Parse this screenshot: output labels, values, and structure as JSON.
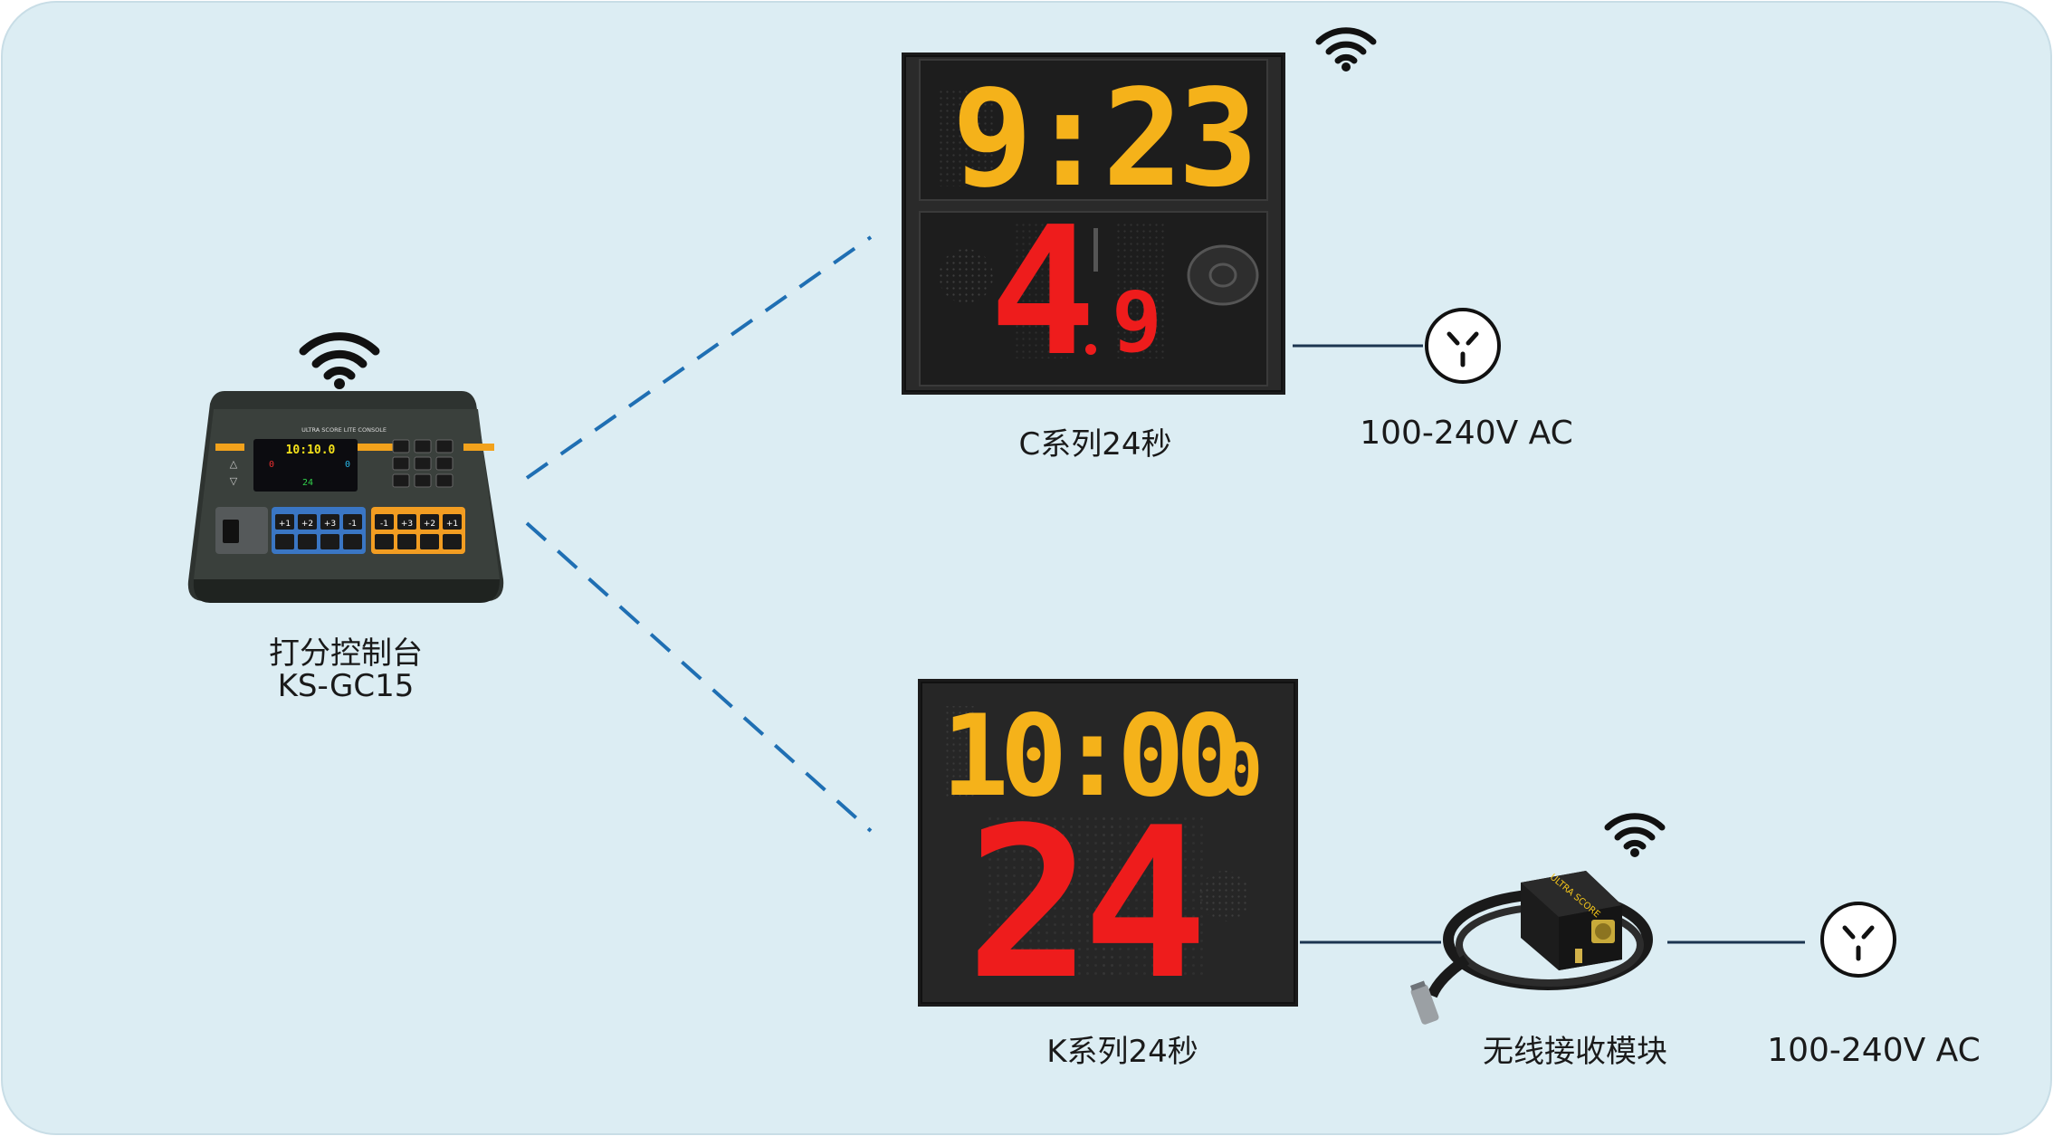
{
  "colors": {
    "background": "#dcedf3",
    "dashed_link": "#1f6fb3",
    "wire": "#1c3550",
    "led_amber": "#f5b21a",
    "led_red": "#ee1c1c",
    "panel": "#252525"
  },
  "console": {
    "name_cn": "打分控制台",
    "model": "KS-GC15",
    "brand_strip": "ULTRA SCORE LITE CONSOLE",
    "screen_time": "10:10.0",
    "screen_shot": "24",
    "screen_left_score": "0",
    "screen_right_score": "0",
    "blue_keys": [
      "+1",
      "+2",
      "+3",
      "-1"
    ],
    "orange_keys": [
      "-1",
      "+3",
      "+2",
      "+1"
    ],
    "icons": [
      "wifi-icon"
    ]
  },
  "c_series": {
    "label": "C系列24秒",
    "game_time": "9:23",
    "shot_main": "4",
    "shot_tenth": "9",
    "power_label": "100-240V AC",
    "icons": [
      "wifi-icon",
      "power-outlet-icon"
    ]
  },
  "k_series": {
    "label": "K系列24秒",
    "game_time": "10:00",
    "game_tenth": "0",
    "shot_clock": "24"
  },
  "receiver": {
    "label": "无线接收模块",
    "brand": "ULTRA SCORE",
    "power_label": "100-240V AC",
    "icons": [
      "wifi-icon",
      "power-outlet-icon"
    ]
  }
}
